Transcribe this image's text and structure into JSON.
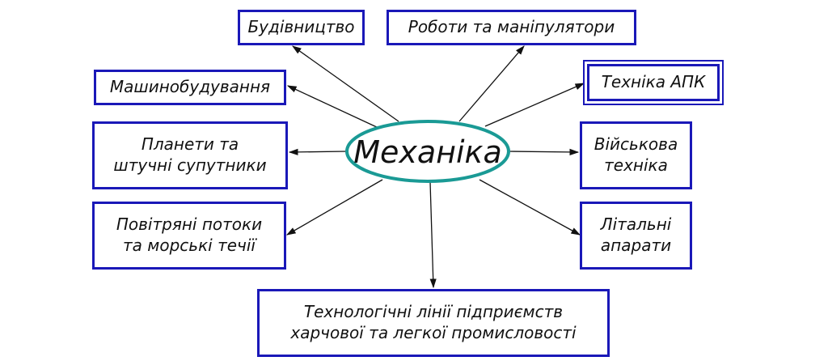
{
  "center": {
    "label": "Механіка",
    "ellipse_color": "#1a9a95"
  },
  "colors": {
    "box_border": "#1a18b8",
    "arrow": "#111111"
  },
  "nodes": {
    "construction": {
      "lines": [
        "Будівництво"
      ]
    },
    "robots": {
      "lines": [
        "Роботи та маніпулятори"
      ]
    },
    "machine_building": {
      "lines": [
        "Машинобудування"
      ]
    },
    "agro": {
      "lines": [
        "Техніка АПК"
      ]
    },
    "planets": {
      "lines": [
        "Планети та",
        "штучні супутники"
      ]
    },
    "military": {
      "lines": [
        "Військова",
        "техніка"
      ]
    },
    "air_sea": {
      "lines": [
        "Повітряні потоки",
        "та морські течії"
      ]
    },
    "aircraft": {
      "lines": [
        "Літальні",
        "апарати"
      ]
    },
    "production_lines": {
      "lines": [
        "Технологічні лінії підприємств",
        "харчової та легкої промисловості"
      ]
    }
  }
}
